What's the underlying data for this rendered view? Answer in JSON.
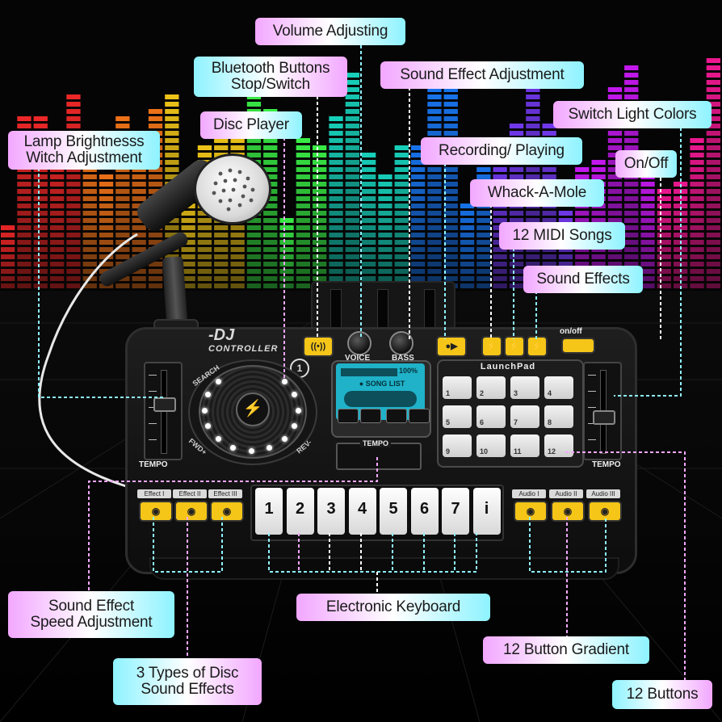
{
  "callouts": {
    "volume_adjusting": "Volume Adjusting",
    "bluetooth_buttons": "Bluetooth Buttons\nStop/Switch",
    "sound_effect_adjustment": "Sound Effect Adjustment",
    "switch_light_colors": "Switch Light Colors",
    "lamp_brightness": "Lamp Brightnesss\nWitch Adjustment",
    "disc_player": "Disc Player",
    "recording_playing": "Recording/ Playing",
    "on_off": "On/Off",
    "whack_a_mole": "Whack-A-Mole",
    "midi_songs": "12 MIDI Songs",
    "sound_effects": "Sound Effects",
    "sound_effect_speed": "Sound Effect\nSpeed Adjustment",
    "electronic_keyboard": "Electronic Keyboard",
    "button_gradient": "12 Button Gradient",
    "disc_sound_effects": "3 Types of Disc\nSound Effects",
    "twelve_buttons": "12 Buttons"
  },
  "device": {
    "brand": "-DJ",
    "brand_sub": "CONTROLLER",
    "voice_label": "VOICE",
    "bass_label": "BASS",
    "onoff_label": "on/off",
    "tempo_left": "TEMPO",
    "tempo_right": "TEMPO",
    "tempo_center": "TEMPO",
    "search_label": "SEARCH",
    "fwd_label": "FWD+",
    "rev_label": "REV-",
    "screen_percent": "100%",
    "screen_song_list": "● SONG LIST",
    "launchpad_title": "LaunchPad",
    "pad_numbers": [
      "1",
      "2",
      "3",
      "4",
      "5",
      "6",
      "7",
      "8",
      "9",
      "10",
      "11",
      "12"
    ],
    "keys": [
      "1",
      "2",
      "3",
      "4",
      "5",
      "6",
      "7",
      "i"
    ],
    "effect_labels": [
      "Effect I",
      "Effect II",
      "Effect III"
    ],
    "audio_labels": [
      "Audio I",
      "Audio II",
      "Audio III"
    ]
  },
  "colors": {
    "label_pink": "#f2a7ff",
    "label_cyan": "#8ef3ff",
    "button_yellow": "#f5c518",
    "screen_teal": "#1fb2c9"
  }
}
